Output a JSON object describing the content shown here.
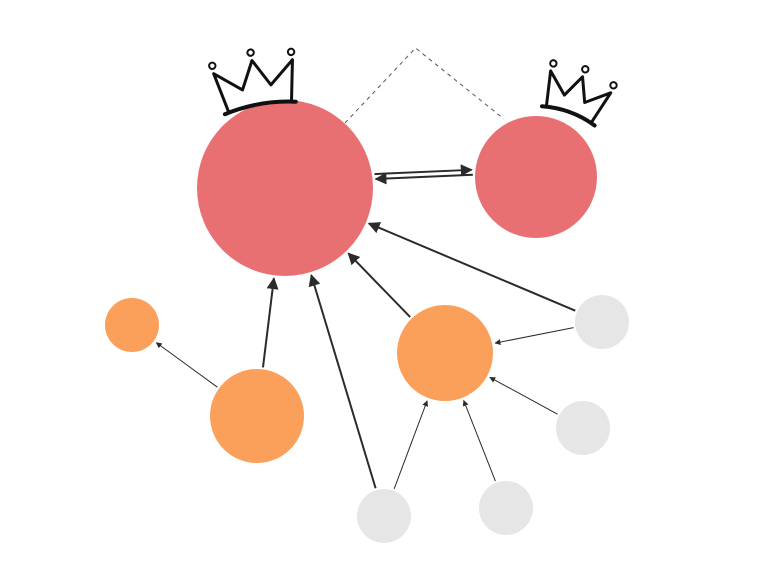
{
  "palette": {
    "leader": "#E87073",
    "mid": "#FBA05B",
    "minor": "#E6E6E6",
    "edge": "#2b2b2b",
    "crown": "#111111",
    "background": "#FFFFFF"
  },
  "nodes": [
    {
      "id": "leader-a",
      "tier": "leader",
      "crowned": true
    },
    {
      "id": "leader-b",
      "tier": "leader",
      "crowned": true
    },
    {
      "id": "mid-small",
      "tier": "mid"
    },
    {
      "id": "mid-left",
      "tier": "mid"
    },
    {
      "id": "mid-right",
      "tier": "mid"
    },
    {
      "id": "minor-right-top",
      "tier": "minor"
    },
    {
      "id": "minor-right-bottom",
      "tier": "minor"
    },
    {
      "id": "minor-bottom-left",
      "tier": "minor"
    },
    {
      "id": "minor-bottom-right",
      "tier": "minor"
    }
  ],
  "edges": [
    {
      "from": "leader-a",
      "to": "leader-b",
      "style": "arrow"
    },
    {
      "from": "leader-b",
      "to": "leader-a",
      "style": "arrow"
    },
    {
      "from": "leader-a",
      "to": "leader-b",
      "style": "dashed-link"
    },
    {
      "from": "mid-left",
      "to": "leader-a",
      "style": "arrow"
    },
    {
      "from": "mid-left",
      "to": "mid-small",
      "style": "arrow"
    },
    {
      "from": "minor-bottom-left",
      "to": "leader-a",
      "style": "arrow"
    },
    {
      "from": "minor-bottom-left",
      "to": "mid-right",
      "style": "arrow"
    },
    {
      "from": "minor-bottom-right",
      "to": "mid-right",
      "style": "arrow"
    },
    {
      "from": "minor-right-bottom",
      "to": "mid-right",
      "style": "arrow"
    },
    {
      "from": "minor-right-top",
      "to": "mid-right",
      "style": "arrow"
    },
    {
      "from": "minor-right-top",
      "to": "leader-a",
      "style": "arrow"
    },
    {
      "from": "mid-right",
      "to": "leader-a",
      "style": "arrow"
    }
  ]
}
